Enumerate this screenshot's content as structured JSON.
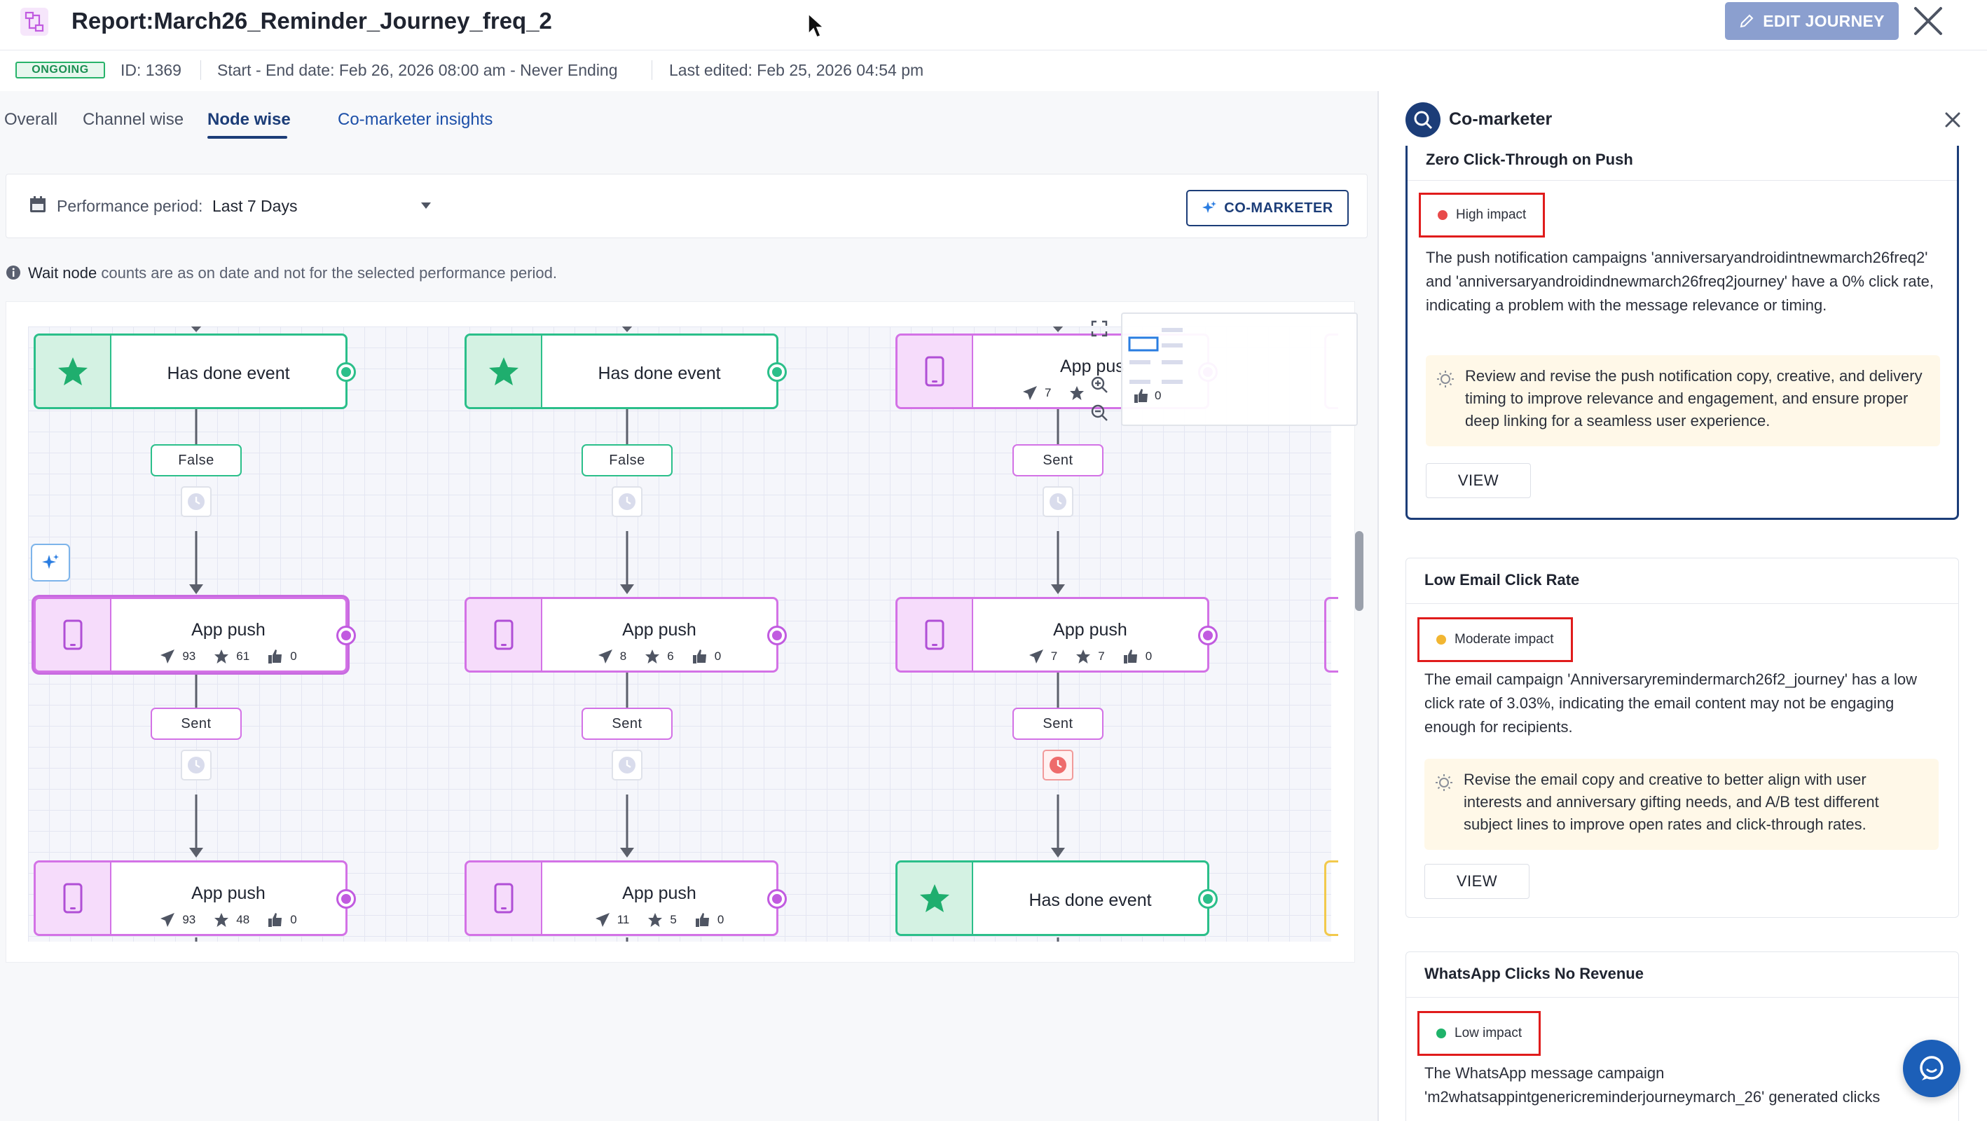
{
  "header": {
    "title": "Report:March26_Reminder_Journey_freq_2",
    "edit_label": "EDIT JOURNEY"
  },
  "meta": {
    "status": "ONGOING",
    "id": "ID: 1369",
    "dates": "Start - End date: Feb 26, 2026 08:00 am - Never Ending",
    "last_edited": "Last edited: Feb 25, 2026 04:54 pm"
  },
  "tabs": [
    "Overall",
    "Channel wise",
    "Node wise",
    "Co-marketer insights"
  ],
  "active_tab": "Node wise",
  "performance": {
    "label": "Performance period:",
    "value": "Last 7 Days",
    "co_marketer_button": "CO-MARKETER"
  },
  "info_note": {
    "strong": "Wait node",
    "text": " counts are as on date and not for the selected performance period."
  },
  "canvas": {
    "columns": [
      {
        "top": {
          "type": "event",
          "title": "Has done event"
        },
        "branch1": "False",
        "middle": {
          "type": "push",
          "title": "App push",
          "sent": "93",
          "delivered": "61",
          "clicked": "0",
          "selected": true
        },
        "branch2": "Sent",
        "bottom": {
          "type": "push",
          "title": "App push",
          "sent": "93",
          "delivered": "48",
          "clicked": "0"
        }
      },
      {
        "top": {
          "type": "event",
          "title": "Has done event"
        },
        "branch1": "False",
        "middle": {
          "type": "push",
          "title": "App push",
          "sent": "8",
          "delivered": "6",
          "clicked": "0"
        },
        "branch2": "Sent",
        "bottom": {
          "type": "push",
          "title": "App push",
          "sent": "11",
          "delivered": "5",
          "clicked": "0"
        }
      },
      {
        "top": {
          "type": "push",
          "title": "App pus",
          "sent": "7",
          "delivered": "",
          "clicked": ""
        },
        "branch1": "Sent",
        "middle": {
          "type": "push",
          "title": "App push",
          "sent": "7",
          "delivered": "7",
          "clicked": "0"
        },
        "branch2": "Sent",
        "bottom": {
          "type": "event",
          "title": "Has done event"
        }
      }
    ],
    "minimap_clicked": "0",
    "colors": {
      "event": "#2bbf8a",
      "push": "#d372e6",
      "accent": "#1c3d78"
    }
  },
  "co_marketer": {
    "title": "Co-marketer",
    "insights": [
      {
        "title": "Zero Click-Through on Push",
        "impact": "High impact",
        "impact_color": "#e84a4a",
        "description": "The push notification campaigns 'anniversaryandroidintnewmarch26freq2' and 'anniversaryandroidindnewmarch26freq2journey' have a 0% click rate, indicating a problem with the message relevance or timing.",
        "recommendation": "Review and revise the push notification copy, creative, and delivery timing to improve relevance and engagement, and ensure proper deep linking for a seamless user experience.",
        "view": "VIEW"
      },
      {
        "title": "Low Email Click Rate",
        "impact": "Moderate impact",
        "impact_color": "#f2b632",
        "description": "The email campaign 'Anniversaryremindermarch26f2_journey' has a low click rate of 3.03%, indicating the email content may not be engaging enough for recipients.",
        "recommendation": "Revise the email copy and creative to better align with user interests and anniversary gifting needs, and A/B test different subject lines to improve open rates and click-through rates.",
        "view": "VIEW"
      },
      {
        "title": "WhatsApp Clicks No Revenue",
        "impact": "Low impact",
        "impact_color": "#1fb36a",
        "description": "The WhatsApp message campaign 'm2whatsappintgenericreminderjourneymarch_26' generated clicks"
      }
    ]
  }
}
